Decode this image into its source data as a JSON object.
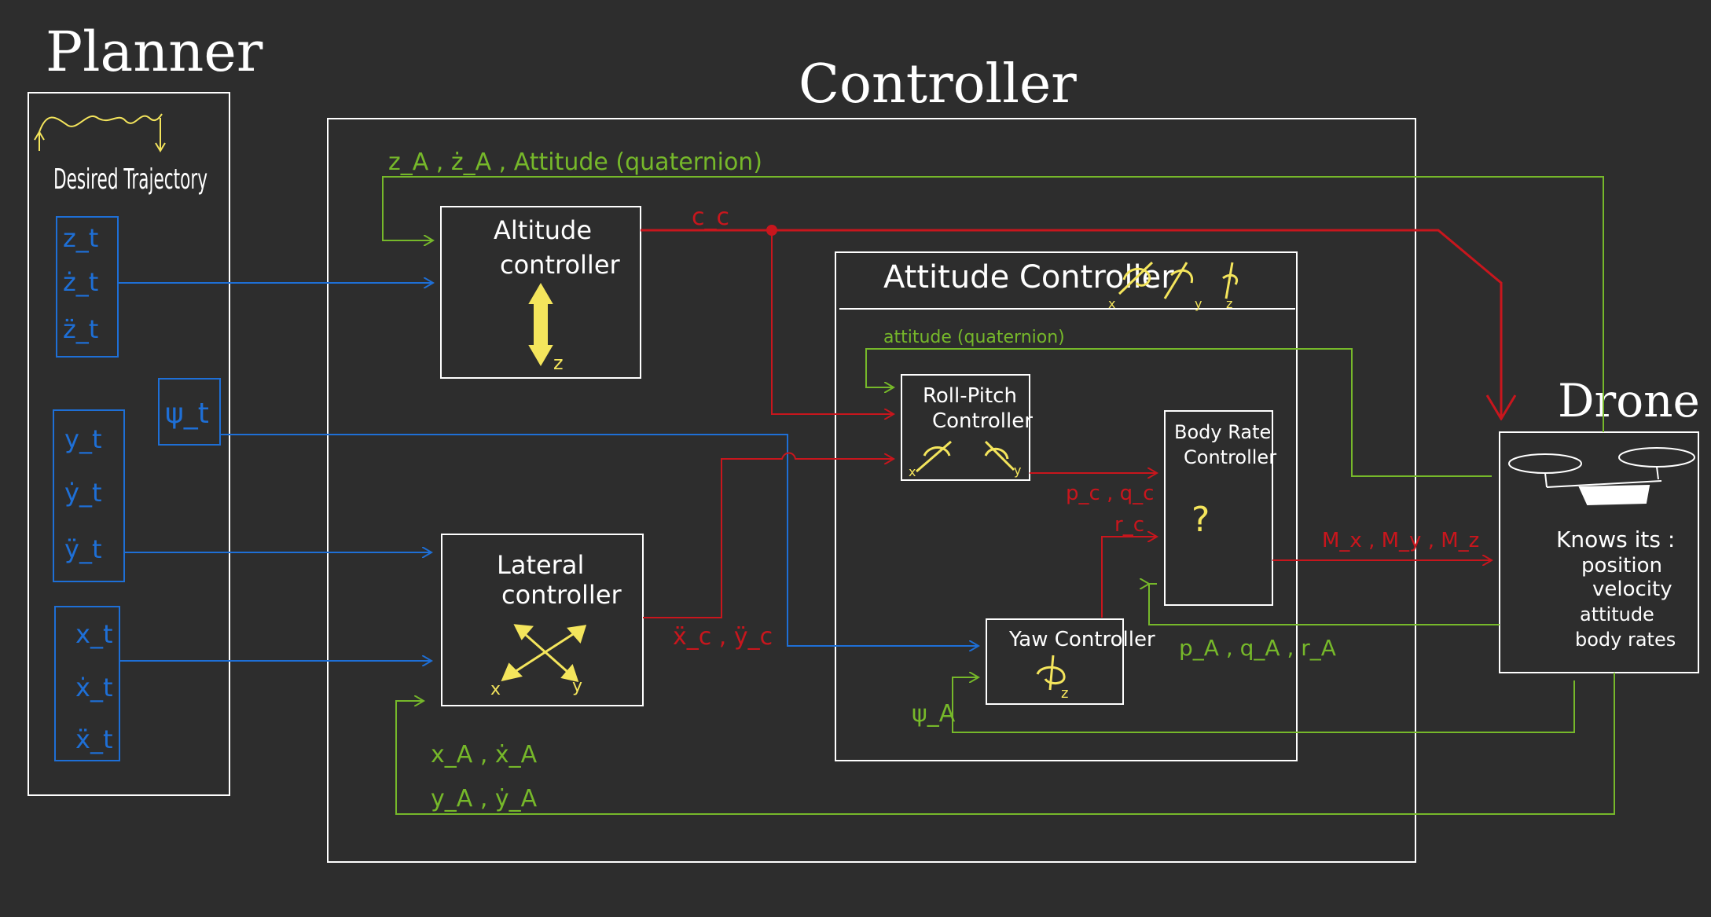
{
  "colors": {
    "background": "#2d2d2d",
    "white": "#ffffff",
    "blue": "#1e6fd6",
    "red": "#c8161d",
    "green": "#76b82a",
    "yellow": "#f4e55c"
  },
  "planner": {
    "title": "Planner",
    "desired_trajectory": "Desired Trajectory",
    "z_group": [
      "z_t",
      "ż_t",
      "z̈_t"
    ],
    "psi": "ψ_t",
    "y_group": [
      "y_t",
      "ẏ_t",
      "ÿ_t"
    ],
    "x_group": [
      "x_t",
      "ẋ_t",
      "ẍ_t"
    ]
  },
  "controller": {
    "title": "Controller",
    "feedback_top": "z_A ,  ż_A ,  Attitude (quaternion)",
    "altitude_controller": {
      "line1": "Altitude",
      "line2": "controller",
      "axis": "z"
    },
    "c_signal": "c_c",
    "lateral_controller": {
      "line1": "Lateral",
      "line2": "controller",
      "axis_x": "x",
      "axis_y": "y"
    },
    "lateral_output": "ẍ_c ,  ÿ_c",
    "feedback_xy_1": "x_A , ẋ_A",
    "feedback_xy_2": "y_A , ẏ_A",
    "attitude_controller": {
      "title": "Attitude  Controller",
      "axes": [
        "x",
        "y",
        "z"
      ],
      "attitude_feedback": "attitude (quaternion)",
      "roll_pitch": {
        "line1": "Roll-Pitch",
        "line2": "Controller",
        "axis_x": "x",
        "axis_y": "y"
      },
      "pq_signal": "p_c , q_c",
      "r_signal": "r_c",
      "body_rate": {
        "line1": "Body Rate",
        "line2": "Controller",
        "symbol": "?"
      },
      "yaw": {
        "label": "Yaw Controller",
        "axis": "z"
      },
      "psi_feedback": "ψ_A",
      "pqr_feedback": "p_A , q_A , r_A"
    },
    "moments": "M_x , M_y , M_z"
  },
  "drone": {
    "title": "Drone",
    "knows": [
      "Knows its :",
      "position",
      "velocity",
      "attitude",
      "body rates"
    ]
  }
}
